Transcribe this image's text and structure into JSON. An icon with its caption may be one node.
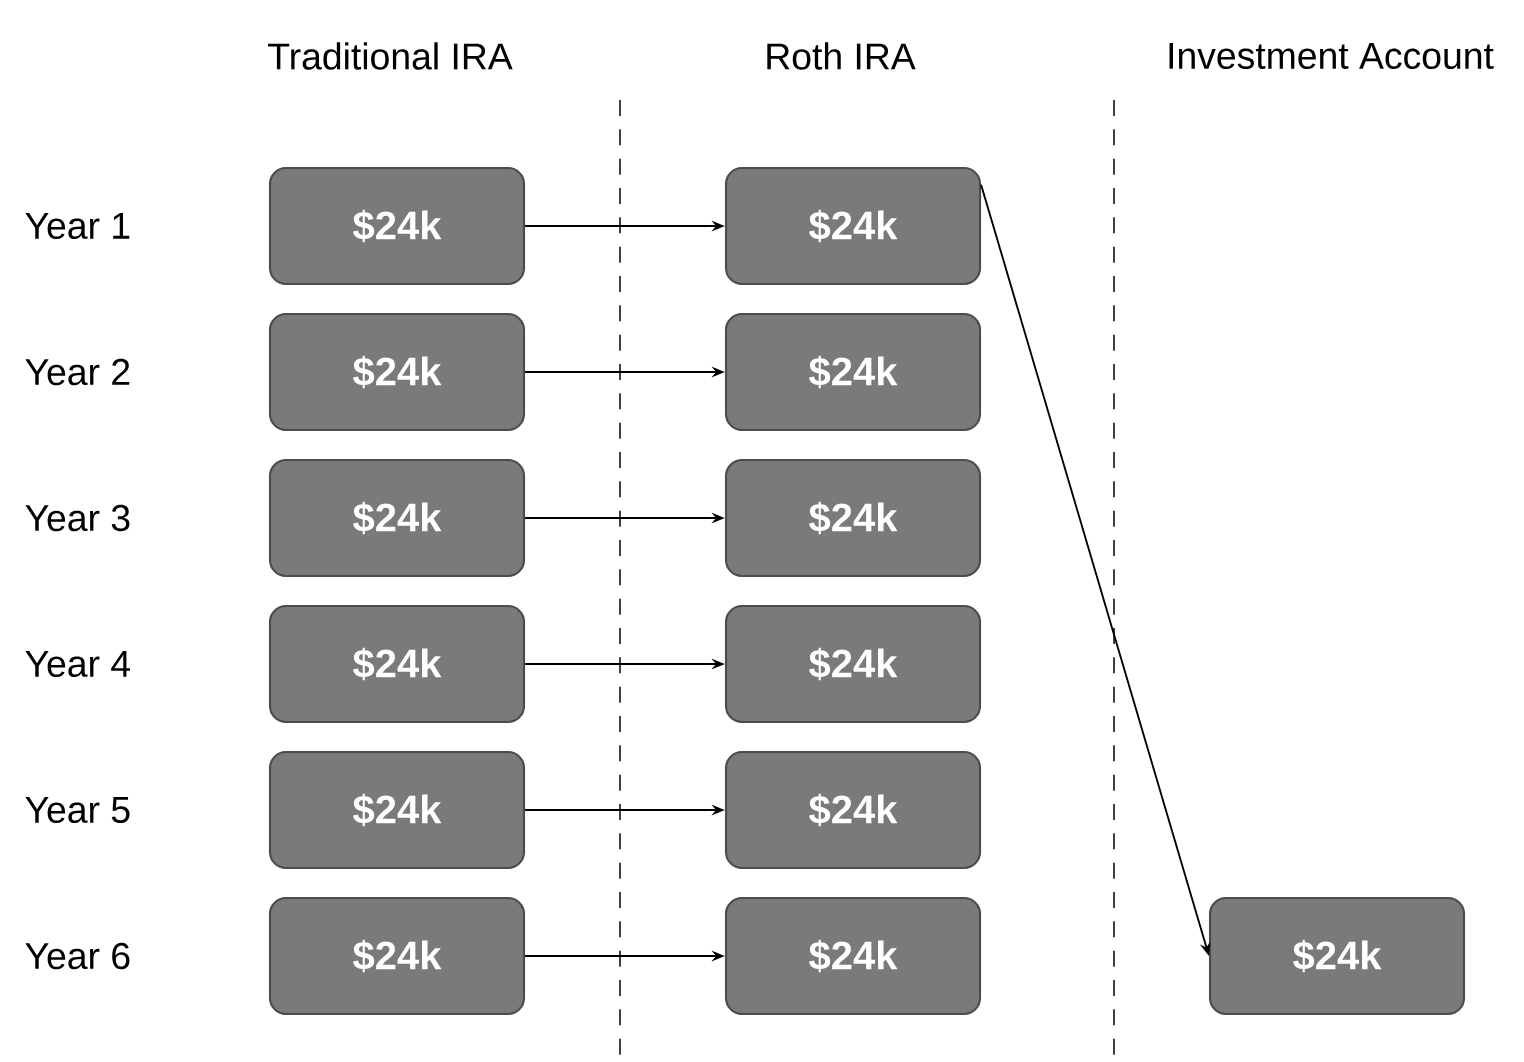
{
  "diagram": {
    "nodes": [
      {
        "text": [
          "$24k"
        ]
      },
      {
        "text": [
          "$24k"
        ]
      },
      {
        "text": [
          "$24k"
        ]
      },
      {
        "text": [
          "$24k"
        ]
      },
      {
        "text": [
          "$24k"
        ]
      },
      {
        "text": [
          "$24k"
        ]
      },
      {
        "text": [
          "$24k"
        ]
      },
      {
        "text": [
          "$24k"
        ]
      },
      {
        "text": [
          "$24k"
        ]
      },
      {
        "text": [
          "$24k"
        ]
      },
      {
        "text": [
          "$24k"
        ]
      },
      {
        "text": [
          "$24k"
        ]
      },
      {
        "text": [
          "$24k"
        ]
      }
    ],
    "edges": [
      {
        "from": 0,
        "to": 1,
        "arrow": "to"
      },
      {
        "from": 1,
        "to": 12,
        "arrow": "to"
      },
      {
        "from": 2,
        "to": 3,
        "arrow": "to"
      },
      {
        "from": 4,
        "to": 5,
        "arrow": "to"
      },
      {
        "from": 6,
        "to": 7,
        "arrow": "to"
      },
      {
        "from": 8,
        "to": 9,
        "arrow": "to"
      },
      {
        "from": 10,
        "to": 11,
        "arrow": "to"
      }
    ],
    "labels": [
      "Traditional IRA",
      "Roth IRA",
      "Investment Account",
      "Year 1",
      "Year 2",
      "Year 3",
      "Year 4",
      "Year 5",
      "Year 6"
    ]
  }
}
